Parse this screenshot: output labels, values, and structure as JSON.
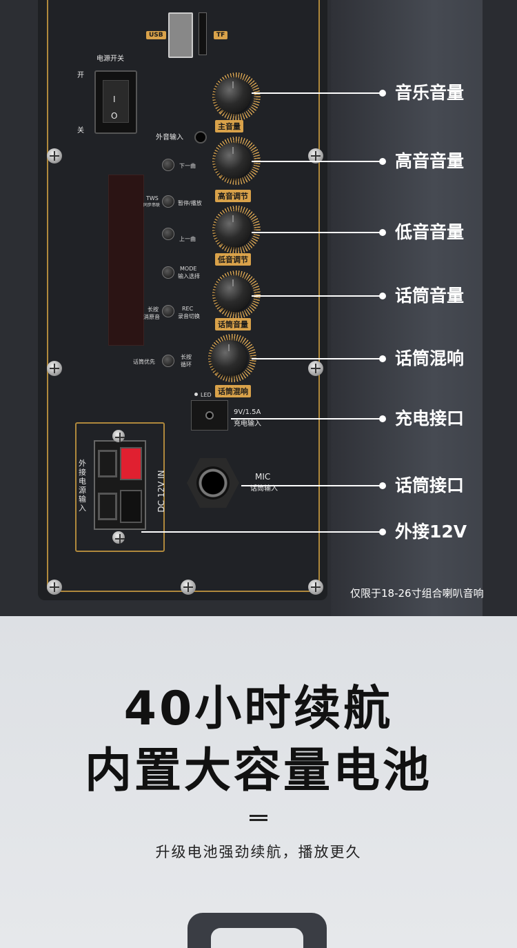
{
  "panel": {
    "usb": "USB",
    "tf": "TF",
    "power_switch": "电源开关",
    "on": "开",
    "off": "关",
    "switch_mark_on": "I",
    "switch_mark_off": "O",
    "aux_in": "外音输入",
    "knob_labels": [
      "主音量",
      "高音调节",
      "低音调节",
      "话筒音量",
      "话筒混响"
    ],
    "buttons": {
      "next": "下一曲",
      "tws": "TWS",
      "tws_sub": "同步串联",
      "play_pause": "暂停/播放",
      "prev": "上一曲",
      "mode": "MODE",
      "mode_sub": "输入选择",
      "long_press": "长按",
      "echo_cancel": "消原音",
      "rec": "REC",
      "rec_sub": "录音切换",
      "mic_priority": "话筒优先",
      "long_press2": "长按",
      "loop": "循环"
    },
    "led": "LED",
    "charge_spec": "9V/1.5A",
    "charge_in": "充电输入",
    "ext_power": "外接电源输入",
    "dc": "DC 12V IN",
    "mic": "MIC",
    "mic_in": "话筒输入"
  },
  "callouts": [
    "音乐音量",
    "高音音量",
    "低音音量",
    "话筒音量",
    "话筒混响",
    "充电接口",
    "话筒接口",
    "外接12V"
  ],
  "note": "仅限于18-26寸组合喇叭音响",
  "headline": [
    "40小时续航",
    "内置大容量电池"
  ],
  "subline": "升级电池强劲续航，播放更久",
  "colors": {
    "gold": "#d9a24a",
    "panel": "#202226",
    "accent_red": "#e02030"
  }
}
